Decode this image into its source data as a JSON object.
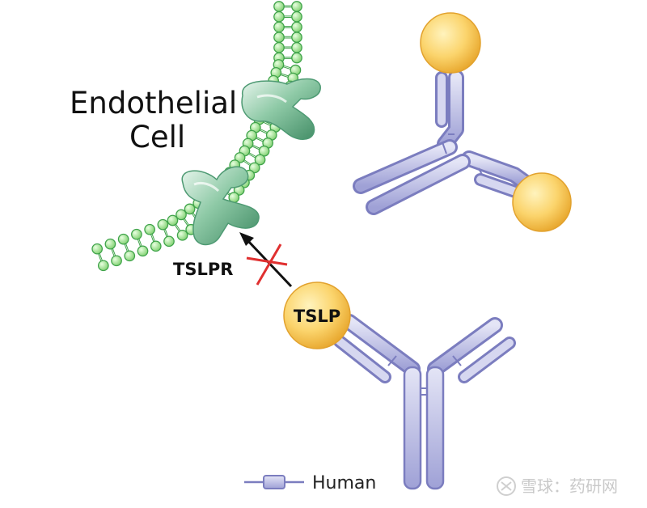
{
  "labels": {
    "cell_line1": "Endothelial",
    "cell_line2": "Cell",
    "receptor": "TSLPR",
    "ligand": "TSLP",
    "legend": "Human"
  },
  "watermark": "雪球：药研网",
  "icons": {
    "blocked": "red-x-icon",
    "arrow": "arrow-icon",
    "watermark": "snowball-logo-icon"
  },
  "colors": {
    "membrane": "#3fa34a",
    "membrane_fill": "#9fdd8a",
    "receptor": "#4e9a73",
    "receptor_light": "#cfe9d9",
    "antibody": "#8587c4",
    "antibody_light": "#d6d7f0",
    "ligand": "#f2b23a",
    "ligand_light": "#fde8a3",
    "block": "#e03030",
    "arrow": "#111111"
  }
}
